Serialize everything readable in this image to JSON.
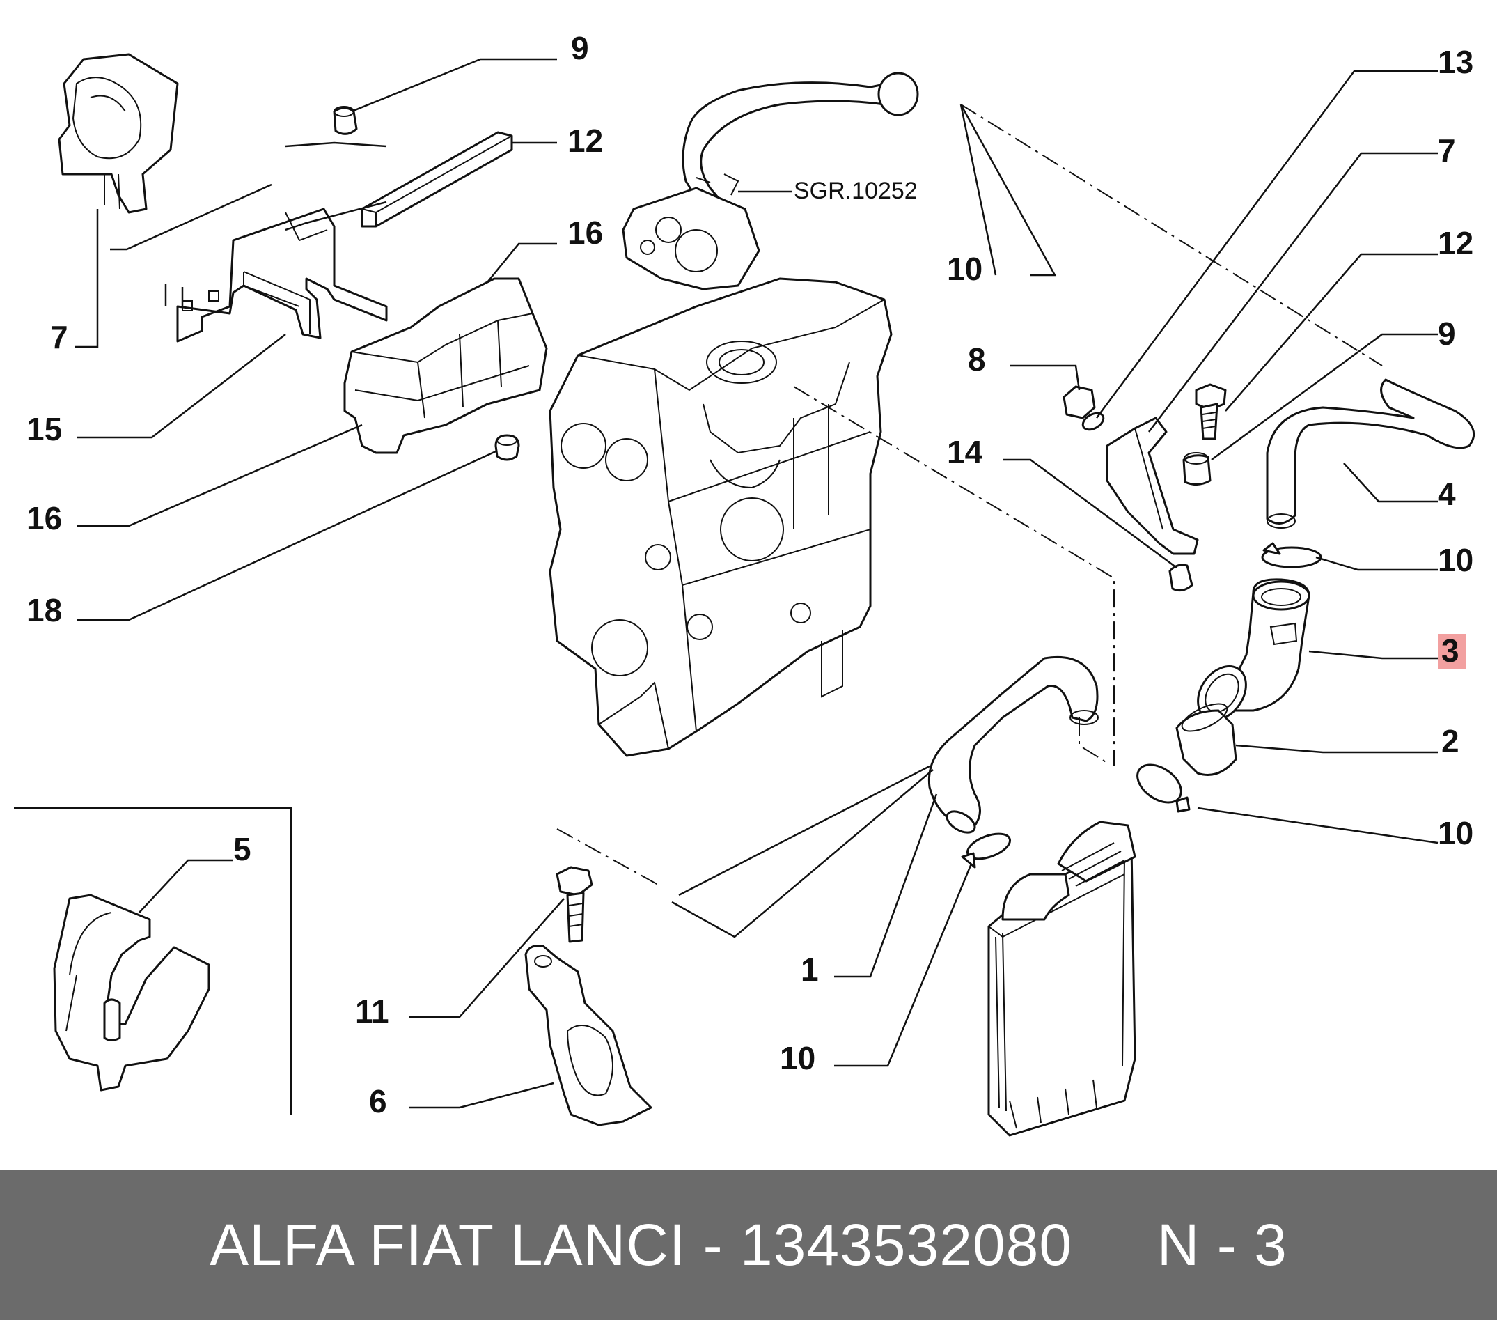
{
  "diagram": {
    "reference_label": "SGR.10252",
    "callouts": {
      "c9a": "9",
      "c12a": "12",
      "c16a": "16",
      "c7a": "7",
      "c15": "15",
      "c16b": "16",
      "c18": "18",
      "c13": "13",
      "c7b": "7",
      "c12b": "12",
      "c9b": "9",
      "c10a": "10",
      "c8": "8",
      "c14": "14",
      "c4": "4",
      "c10b": "10",
      "c3": "3",
      "c2": "2",
      "c10c": "10",
      "c5": "5",
      "c11": "11",
      "c6": "6",
      "c1": "1",
      "c10d": "10"
    },
    "highlighted_part": "3",
    "highlight_color": "#f2a0a0"
  },
  "footer": {
    "text": "ALFA FIAT LANCI - 1343532080     N - 3",
    "background": "#6b6b6b",
    "color": "#ffffff"
  }
}
